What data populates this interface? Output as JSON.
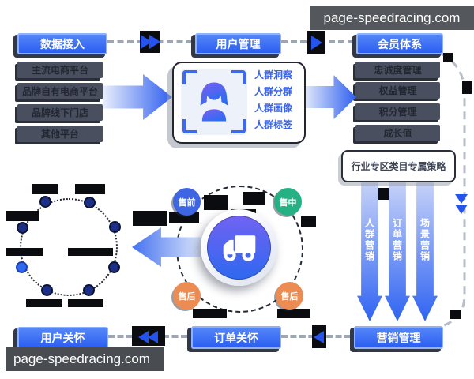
{
  "watermarks": {
    "top_right": "page-speedracing.com",
    "bottom_left": "page-speedracing.com"
  },
  "nodes": {
    "data_access": "数据接入",
    "user_management": "用户管理",
    "member_system": "会员体系",
    "user_care": "用户关怀",
    "order_care": "订单关怀",
    "marketing_management": "营销管理"
  },
  "data_sources": [
    "主流电商平台",
    "品牌自有电商平台",
    "品牌线下门店",
    "其他平台"
  ],
  "member_modules": [
    "忠诚度管理",
    "权益管理",
    "积分管理",
    "成长值"
  ],
  "audience_card": {
    "labels": [
      "人群洞察",
      "人群分群",
      "人群画像",
      "人群标签"
    ]
  },
  "strategy_card": {
    "label": "行业专区类目专属策略"
  },
  "marketing_arrows": [
    "人群营销",
    "订单营销",
    "场景营销"
  ],
  "lifecycle_nodes": {
    "pre_sale": "售前",
    "in_sale": "售中",
    "after_sale_left": "售后",
    "after_sale_right": "售后"
  },
  "colors": {
    "primary_blue": "#2e63f3",
    "lifecycle_green": "#25b183",
    "lifecycle_orange": "#ec8b52",
    "module_bar": "#4a4f5f"
  }
}
